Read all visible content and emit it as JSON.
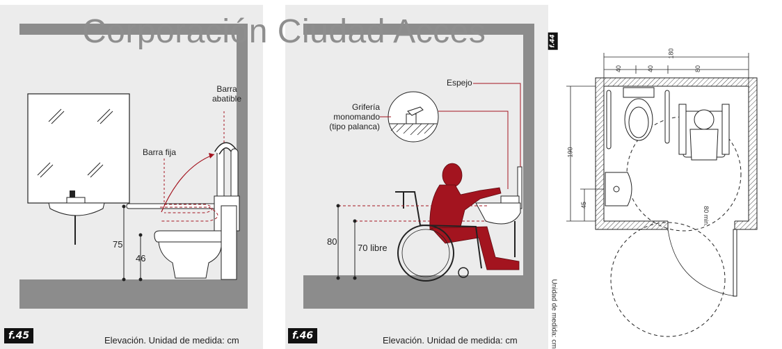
{
  "watermark": "Corporación Ciudad Acces",
  "figures": {
    "f45": {
      "tag": "f.45",
      "caption": "Elevación. Unidad de medida: cm",
      "labels": {
        "barra_abatible_1": "Barra",
        "barra_abatible_2": "abatible",
        "barra_fija": "Barra fija"
      },
      "dimensions": {
        "bar_height": "75",
        "seat_height": "46"
      }
    },
    "f46": {
      "tag": "f.46",
      "caption": "Elevación. Unidad de medida: cm",
      "labels": {
        "espejo": "Espejo",
        "griferia_1": "Grifería",
        "griferia_2": "monomando",
        "griferia_3": "(tipo palanca)"
      },
      "dimensions": {
        "sink_height": "80",
        "clearance": "70 libre"
      }
    },
    "f44": {
      "tag": "f.44",
      "caption": "Unidad de medida: cm",
      "dimensions": {
        "width": "180",
        "seg_1": "40",
        "seg_2": "40",
        "seg_3": "80",
        "depth": "190",
        "sink_offset": "45",
        "door_min": "80 min."
      }
    }
  },
  "colors": {
    "accent": "#a3141f",
    "panel": "#ececec",
    "wall": "#8c8c8c"
  }
}
